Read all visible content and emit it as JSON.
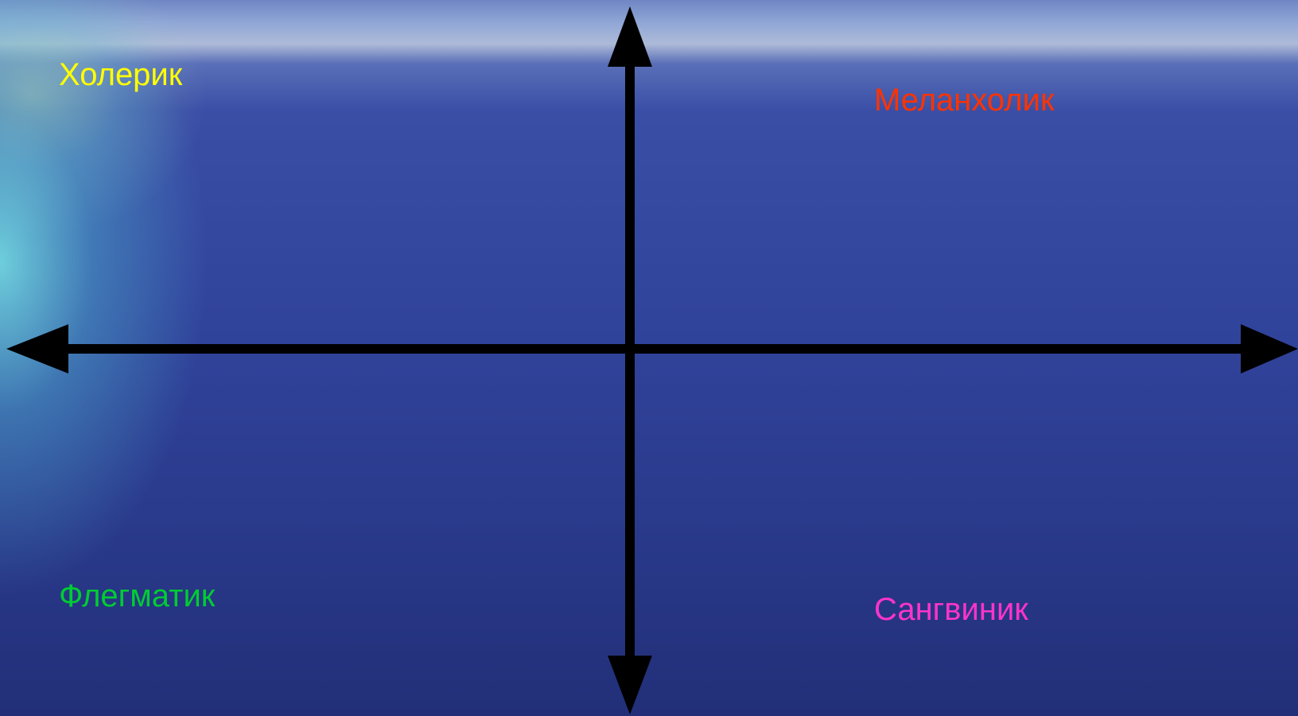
{
  "quadrants": {
    "top_left": {
      "label": "Холерик",
      "color": "#ffff00"
    },
    "top_right": {
      "label": "Меланхолик",
      "color": "#ff3300"
    },
    "bottom_left": {
      "label": "Флегматик",
      "color": "#00cc33"
    },
    "bottom_right": {
      "label": "Сангвиник",
      "color": "#ff33cc"
    }
  },
  "axes": {
    "color": "#000000"
  }
}
